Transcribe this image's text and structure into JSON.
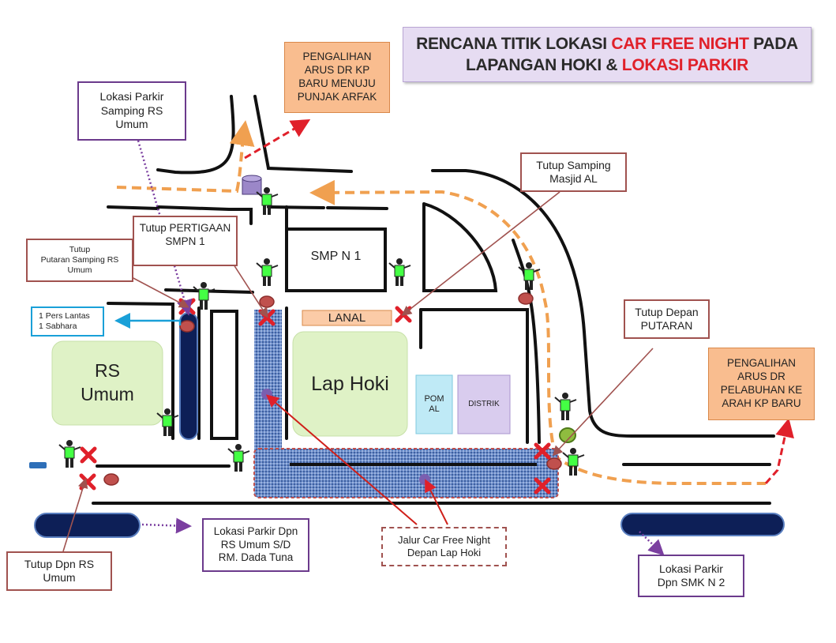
{
  "title": {
    "part1": "RENCANA TITIK LOKASI ",
    "highlight1": "CAR FREE NIGHT",
    "part2": " PADA",
    "part3": "LAPANGAN HOKI  & ",
    "highlight2": "LOKASI PARKIR"
  },
  "callouts": {
    "parkir_samping": "Lokasi Parkir\nSamping RS\nUmum",
    "pengalihan_kp_baru": "PENGALIHAN\nARUS DR KP\nBARU MENUJU\nPUNJAK ARFAK",
    "tutup_masjid": "Tutup Samping\nMasjid AL",
    "tutup_pertigaan": "Tutup PERTIGAAN\nSMPN 1",
    "tutup_putaran_rs": "Tutup\nPutaran Samping RS\nUmum",
    "personel": "1 Pers  Lantas\n1 Sabhara",
    "tutup_depan_putaran": "Tutup Depan\nPUTARAN",
    "pengalihan_pelabuhan": "PENGALIHAN\nARUS DR\nPELABUHAN KE\nARAH KP BARU",
    "tutup_dpn_rs": "Tutup Dpn RS\nUmum",
    "parkir_dpn_rs": "Lokasi Parkir Dpn\nRS Umum S/D\nRM. Dada Tuna",
    "jalur_cfn": "Jalur  Car Free Night\nDepan  Lap Hoki",
    "parkir_smk": "Lokasi Parkir\nDpn SMK N 2"
  },
  "buildings": {
    "smp": "SMP N 1",
    "lanal": "LANAL",
    "lap_hoki": "Lap Hoki",
    "rs_umum": "RS\nUmum",
    "pom_al": "POM\nAL",
    "distrik": "DISTRIK"
  },
  "colors": {
    "red_text": "#e0202a",
    "orange_box": "#f9bd8f",
    "green_building": "#dff2c6",
    "cfn_zone": "#5a7fc0",
    "parking": "#0d1f57",
    "detour": "#f0a050"
  }
}
